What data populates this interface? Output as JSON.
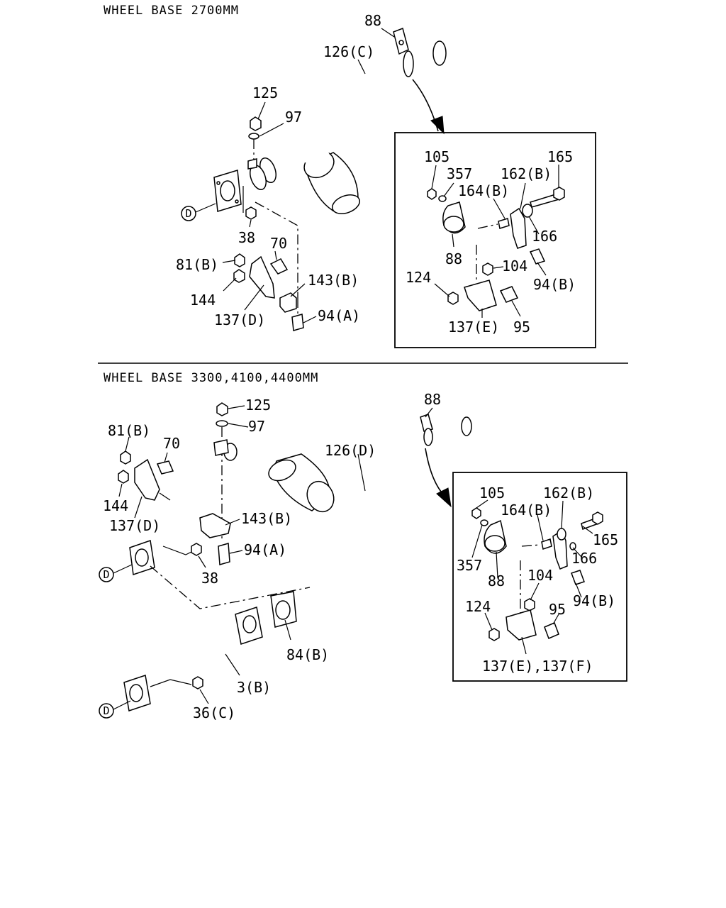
{
  "sections": {
    "top_title": "WHEEL BASE 2700MM",
    "bottom_title": "WHEEL BASE 3300,4100,4400MM"
  },
  "connector": "D",
  "top_labels": {
    "l88": "88",
    "l126c": "126(C)",
    "l125": "125",
    "l97": "97",
    "l38": "38",
    "l70": "70",
    "l81b": "81(B)",
    "l144": "144",
    "l143b": "143(B)",
    "l137d": "137(D)",
    "l94a": "94(A)"
  },
  "top_detail": {
    "l105": "105",
    "l357": "357",
    "l164b": "164(B)",
    "l162b": "162(B)",
    "l165": "165",
    "l166": "166",
    "l88": "88",
    "l104": "104",
    "l124": "124",
    "l94b": "94(B)",
    "l137e": "137(E)",
    "l95": "95"
  },
  "bottom_labels": {
    "l88": "88",
    "l125": "125",
    "l97": "97",
    "l81b": "81(B)",
    "l70": "70",
    "l126d": "126(D)",
    "l144": "144",
    "l137d": "137(D)",
    "l143b": "143(B)",
    "l94a": "94(A)",
    "l38": "38",
    "l84b": "84(B)",
    "l3b": "3(B)",
    "l36c": "36(C)"
  },
  "bottom_detail": {
    "l105": "105",
    "l162b": "162(B)",
    "l164b": "164(B)",
    "l165": "165",
    "l166": "166",
    "l357": "357",
    "l88": "88",
    "l104": "104",
    "l94b": "94(B)",
    "l124": "124",
    "l95": "95",
    "l137ef": "137(E),137(F)"
  }
}
